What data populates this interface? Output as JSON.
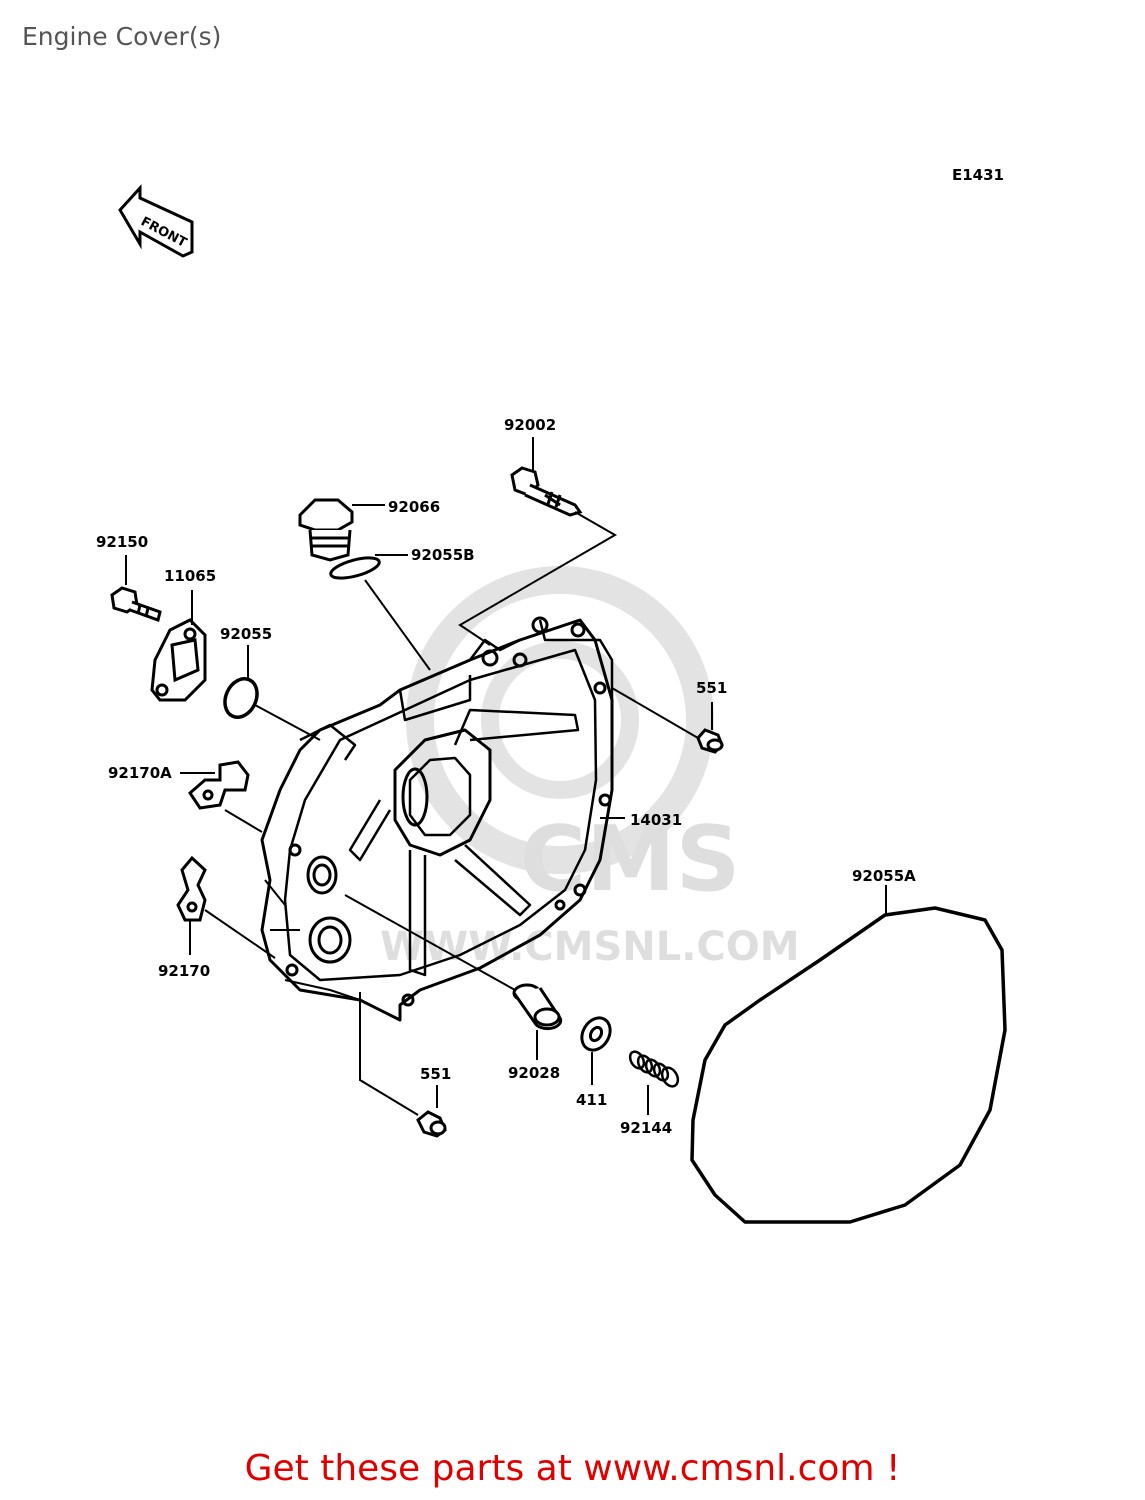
{
  "page": {
    "title": "Engine Cover(s)"
  },
  "diagram": {
    "code": "E1431",
    "front_label": "FRONT",
    "watermark": {
      "brand": "CMS",
      "url": "WWW.CMSNL.COM"
    },
    "parts": [
      {
        "id": "p-92002",
        "label": "92002"
      },
      {
        "id": "p-92066",
        "label": "92066"
      },
      {
        "id": "p-92055B",
        "label": "92055B"
      },
      {
        "id": "p-92150",
        "label": "92150"
      },
      {
        "id": "p-11065",
        "label": "11065"
      },
      {
        "id": "p-92055",
        "label": "92055"
      },
      {
        "id": "p-551-top",
        "label": "551"
      },
      {
        "id": "p-92170A",
        "label": "92170A"
      },
      {
        "id": "p-14031",
        "label": "14031"
      },
      {
        "id": "p-92055A",
        "label": "92055A"
      },
      {
        "id": "p-92170",
        "label": "92170"
      },
      {
        "id": "p-551-bottom",
        "label": "551"
      },
      {
        "id": "p-92028",
        "label": "92028"
      },
      {
        "id": "p-411",
        "label": "411"
      },
      {
        "id": "p-92144",
        "label": "92144"
      }
    ]
  },
  "footer": {
    "cta": "Get these parts at www.cmsnl.com !"
  }
}
